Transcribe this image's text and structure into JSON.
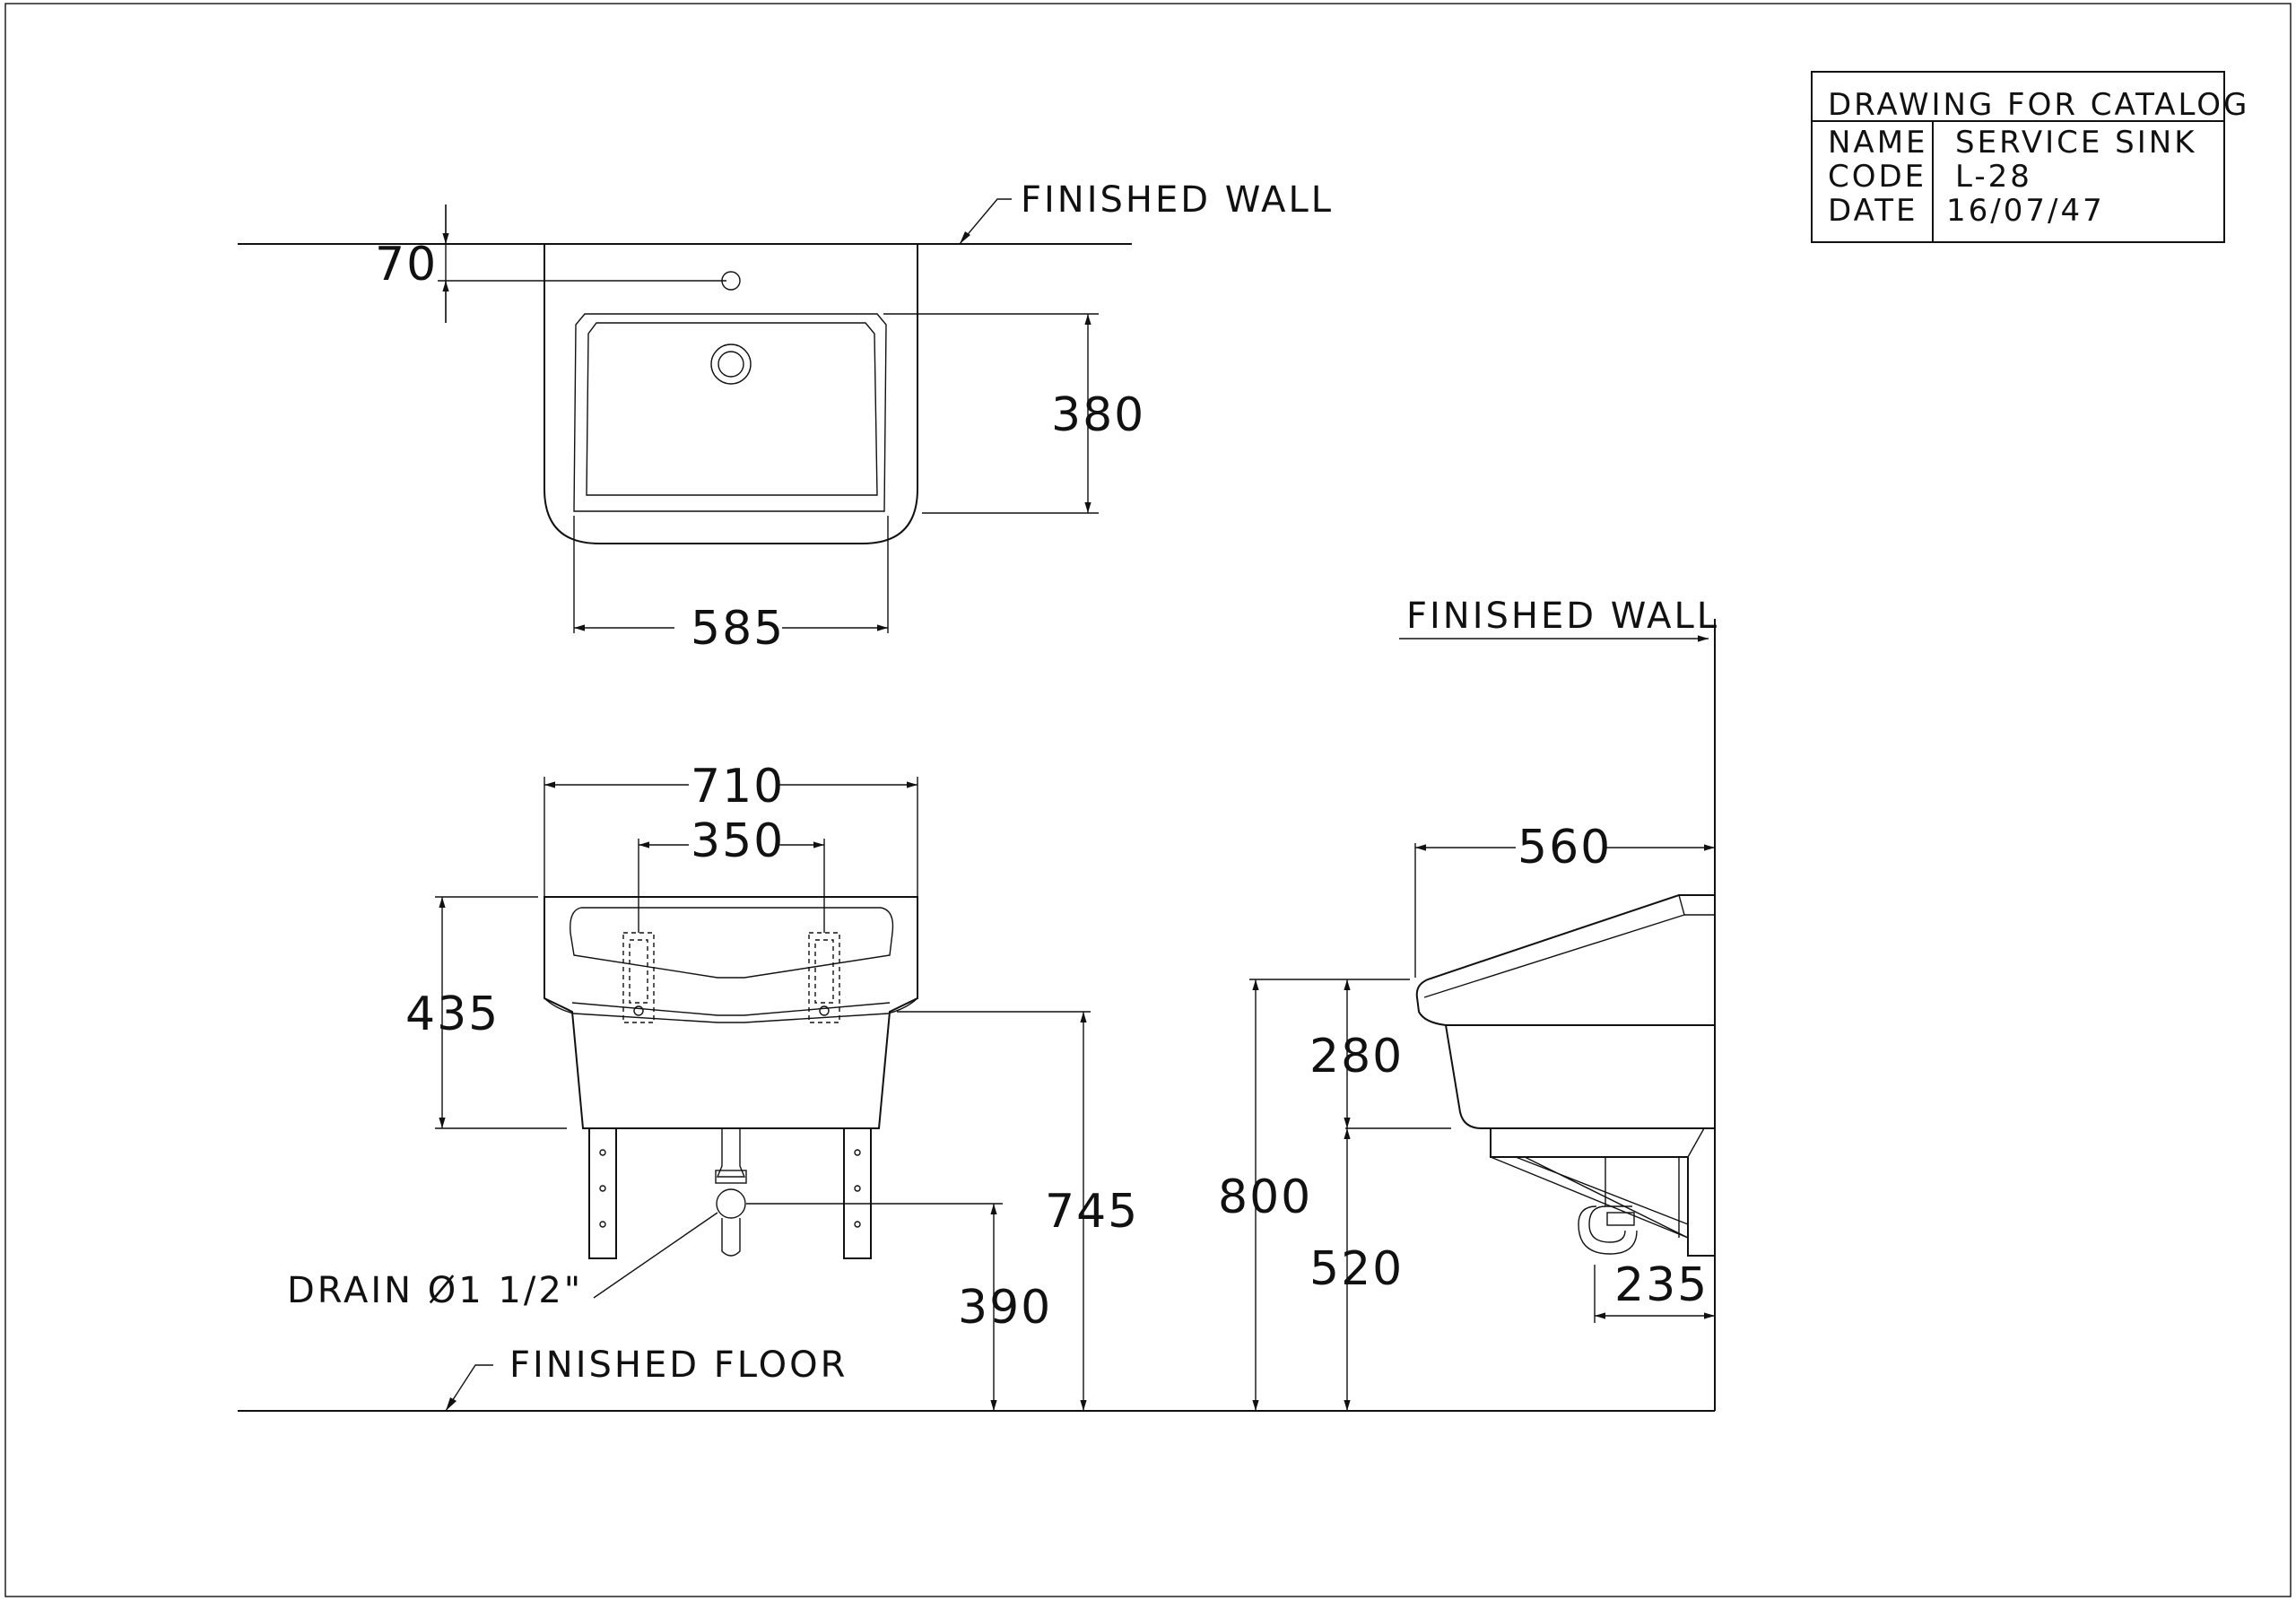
{
  "title_block": {
    "heading": "DRAWING FOR CATALOG",
    "name_label": "NAME",
    "name_value": "SERVICE SINK",
    "code_label": "CODE",
    "code_value": "L-28",
    "date_label": "DATE",
    "date_value": "16/07/47"
  },
  "labels": {
    "finished_wall_top": "FINISHED WALL",
    "finished_wall_side": "FINISHED WALL",
    "finished_floor": "FINISHED FLOOR",
    "drain": "DRAIN Ø1  1/2\""
  },
  "dimensions": {
    "plan_offset": "70",
    "plan_depth": "380",
    "plan_width": "585",
    "front_overall_width": "710",
    "front_bracket_spacing": "350",
    "front_basin_height": "435",
    "front_rim_height": "745",
    "front_drain_height": "390",
    "side_projection": "560",
    "side_total_height": "800",
    "side_basin_height": "280",
    "side_bottom_height": "520",
    "side_bracket_depth": "235"
  }
}
